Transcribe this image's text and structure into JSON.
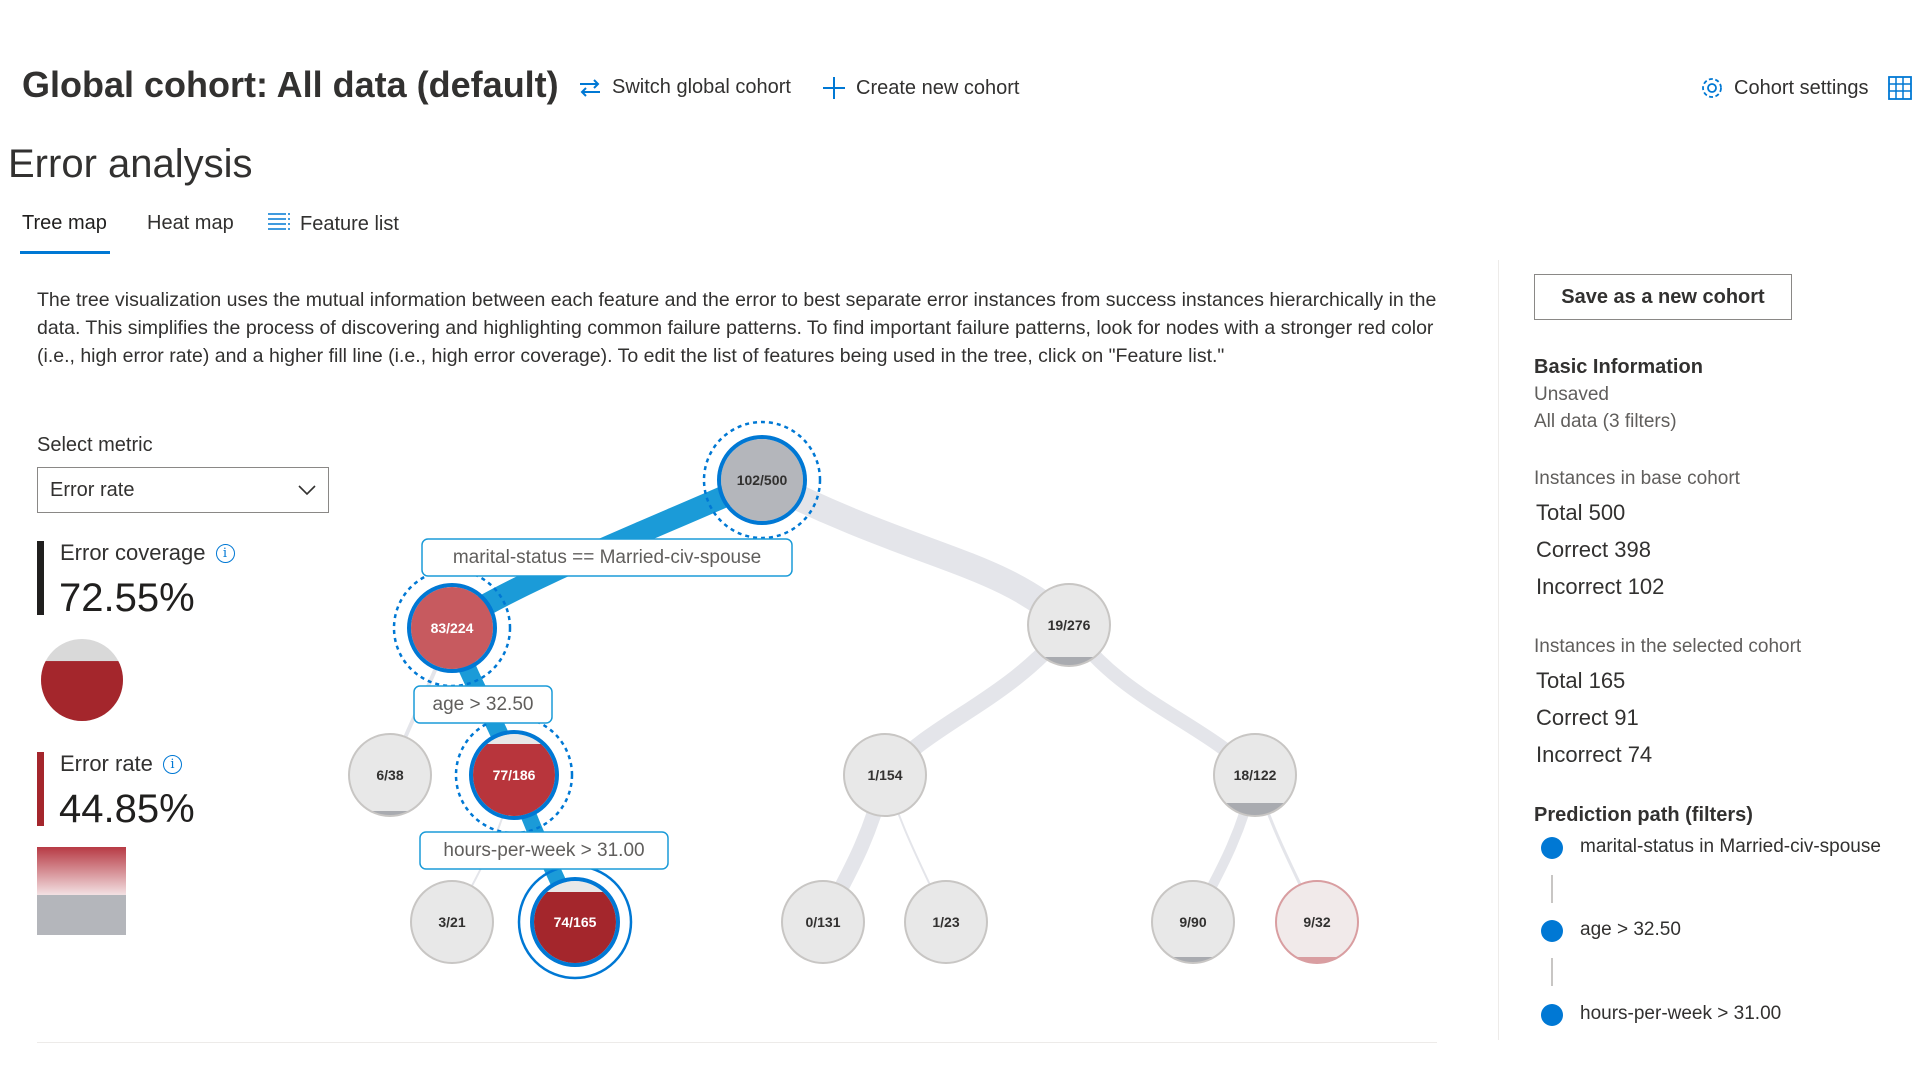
{
  "header": {
    "cohort_title": "Global cohort: All data (default)",
    "switch_label": "Switch global cohort",
    "create_label": "Create new cohort",
    "settings_label": "Cohort settings"
  },
  "page_title": "Error analysis",
  "tabs": [
    {
      "label": "Tree map",
      "active": true
    },
    {
      "label": "Heat map",
      "active": false
    },
    {
      "label": "Feature list",
      "active": false
    }
  ],
  "description": "The tree visualization uses the mutual information between each feature and the error to best separate error instances from success instances hierarchically in the data. This simplifies the process of discovering and highlighting common failure patterns. To find important failure patterns, look for nodes with a stronger red color (i.e., high error rate) and a higher fill line (i.e., high error coverage). To edit the list of features being used in the tree, click on \"Feature list.\"",
  "metric": {
    "select_label": "Select metric",
    "selected": "Error rate",
    "coverage_label": "Error coverage",
    "coverage_value": "72.55%",
    "coverage_fill": 0.7255,
    "rate_label": "Error rate",
    "rate_value": "44.85%"
  },
  "tree": {
    "nodes": [
      {
        "id": "root",
        "label": "102/500"
      },
      {
        "id": "n1",
        "label": "83/224"
      },
      {
        "id": "n2",
        "label": "19/276"
      },
      {
        "id": "n3",
        "label": "6/38"
      },
      {
        "id": "n4",
        "label": "77/186"
      },
      {
        "id": "n5",
        "label": "1/154"
      },
      {
        "id": "n6",
        "label": "18/122"
      },
      {
        "id": "n7",
        "label": "3/21"
      },
      {
        "id": "n8",
        "label": "74/165"
      },
      {
        "id": "n9",
        "label": "0/131"
      },
      {
        "id": "n10",
        "label": "1/23"
      },
      {
        "id": "n11",
        "label": "9/90"
      },
      {
        "id": "n12",
        "label": "9/32"
      }
    ],
    "conditions": [
      "marital-status == Married-civ-spouse",
      "age > 32.50",
      "hours-per-week > 31.00"
    ]
  },
  "right_panel": {
    "save_label": "Save as a new cohort",
    "basic_info_heading": "Basic Information",
    "basic_info_name": "Unsaved",
    "basic_info_filters": "All data (3 filters)",
    "base_heading": "Instances in base cohort",
    "base_total": "Total 500",
    "base_correct": "Correct 398",
    "base_incorrect": "Incorrect 102",
    "selected_heading": "Instances in the selected cohort",
    "selected_total": "Total 165",
    "selected_correct": "Correct 91",
    "selected_incorrect": "Incorrect 74",
    "path_heading": "Prediction path (filters)",
    "path": [
      "marital-status in Married-civ-spouse",
      "age > 32.50",
      "hours-per-week > 31.00"
    ]
  },
  "colors": {
    "accent": "#0078d4",
    "error_red": "#a4262c",
    "node_gray": "#e8e8e8"
  }
}
